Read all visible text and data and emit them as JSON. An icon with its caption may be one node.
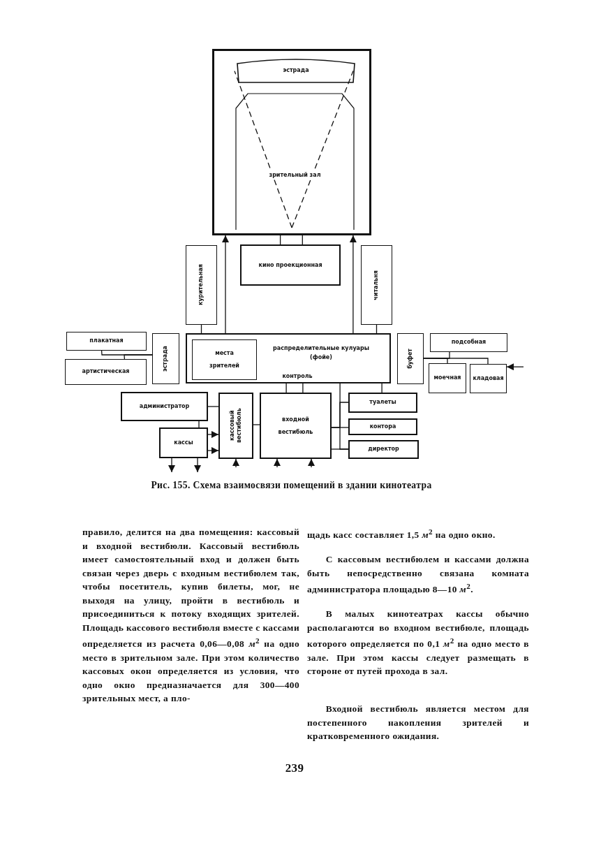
{
  "diagram": {
    "caption": "Рис. 155. Схема взаимосвязи помещений в здании кинотеатра",
    "nodes": [
      {
        "text": [],
        "shape": "box"
      },
      {
        "text": [
          "эстрада"
        ],
        "in": 0
      },
      {
        "text": [
          "зрительный зал"
        ],
        "in": 0
      },
      {
        "text": [
          "кино проекционная"
        ]
      },
      {
        "text": [
          "курительная"
        ]
      },
      {
        "text": [
          "читальня"
        ]
      },
      {
        "text": [
          "плакатная"
        ]
      },
      {
        "text": [
          "артистическая"
        ]
      },
      {
        "text": [
          "эстрада"
        ]
      },
      {
        "text": [
          "распределительные кулуары (фойе)",
          "контроль"
        ]
      },
      {
        "text": [
          "места зрителей"
        ],
        "in": 9
      },
      {
        "text": [
          "буфет"
        ]
      },
      {
        "text": [
          "подсобная"
        ]
      },
      {
        "text": [
          "моечная"
        ]
      },
      {
        "text": [
          "кладовая"
        ]
      },
      {
        "text": [
          "администратор"
        ]
      },
      {
        "text": [
          "кассы"
        ]
      },
      {
        "text": [
          "кассовый вестибюль"
        ]
      },
      {
        "text": [
          "входной вестибюль"
        ]
      },
      {
        "text": [
          "туалеты"
        ]
      },
      {
        "text": [
          "контора"
        ]
      },
      {
        "text": [
          "директор"
        ]
      }
    ],
    "edges": [
      {
        "from": 2,
        "to": 1,
        "arrow": "none",
        "style": "dashed"
      },
      {
        "from": 2,
        "to": 1,
        "arrow": "none",
        "style": "dashed"
      },
      {
        "from": 3,
        "to": 0,
        "arrow": "none"
      },
      {
        "from": 9,
        "to": 0,
        "arrow": "to"
      },
      {
        "from": 9,
        "to": 0,
        "arrow": "to"
      },
      {
        "from": 4,
        "to": 9,
        "arrow": "none"
      },
      {
        "from": 5,
        "to": 9,
        "arrow": "none"
      },
      {
        "from": 6,
        "to": 8,
        "arrow": "none"
      },
      {
        "from": 7,
        "to": 8,
        "arrow": "none"
      },
      {
        "from": 11,
        "to": 12,
        "arrow": "none"
      },
      {
        "from": 11,
        "to": 13,
        "arrow": "none"
      },
      {
        "from": 11,
        "to": 14,
        "arrow": "none"
      },
      {
        "from": null,
        "to": 14,
        "arrow": "to"
      },
      {
        "from": 9,
        "to": 18,
        "arrow": "none"
      },
      {
        "from": 9,
        "to": 19,
        "arrow": "none"
      },
      {
        "from": 9,
        "to": 21,
        "arrow": "none"
      },
      {
        "from": 18,
        "to": 19,
        "arrow": "none"
      },
      {
        "from": 18,
        "to": 20,
        "arrow": "none"
      },
      {
        "from": 18,
        "to": 21,
        "arrow": "none"
      },
      {
        "from": 15,
        "to": 17,
        "arrow": "none"
      },
      {
        "from": 15,
        "to": 16,
        "arrow": "none"
      },
      {
        "from": 16,
        "to": 17,
        "arrow": "to"
      },
      {
        "from": 16,
        "to": 17,
        "arrow": "to"
      },
      {
        "from": 17,
        "to": 18,
        "arrow": "none"
      },
      {
        "from": 16,
        "to": null,
        "arrow": "to"
      },
      {
        "from": 16,
        "to": null,
        "arrow": "to"
      },
      {
        "from": null,
        "to": 17,
        "arrow": "to"
      },
      {
        "from": null,
        "to": 18,
        "arrow": "to"
      },
      {
        "from": null,
        "to": 18,
        "arrow": "to"
      }
    ],
    "labels": [
      "правило, делится на два помещения: кассовый и входной вестибюли. Кассовый вестибюль имеет самостоятельный вход и должен быть связан через дверь с входным вестибюлем так, чтобы посетитель, купив билеты, мог, не выходя на улицу, пройти в вестибюль и присоединиться к потоку входящих зрителей. Площадь кассового вестибюля вместе с кассами определяется из расчета 0,06—0,08 *м*$^{2}$ на одно место в зрительном зале. При этом количество кассовых окон определяется из условия, что одно окно предназначается для 300—400 зрительных мест, а пло-",
      "щадь касс составляет 1,5 *м*$^{2}$ на одно окно.",
      "С кассовым вестибюлем и кассами должна быть непосредственно связана комната администратора площадью 8—10 *м*$^{2}$.",
      "В малых кинотеатрах кассы обычно располагаются во входном вестибюле, площадь которого определяется по 0,1 *м*$^{2}$ на одно место в зале. При этом кассы следует размещать в стороне от путей прохода в зал.",
      "Входной вестибюль является местом для постепенного накопления зрителей и кратковременного ожидания.",
      "239"
    ]
  }
}
